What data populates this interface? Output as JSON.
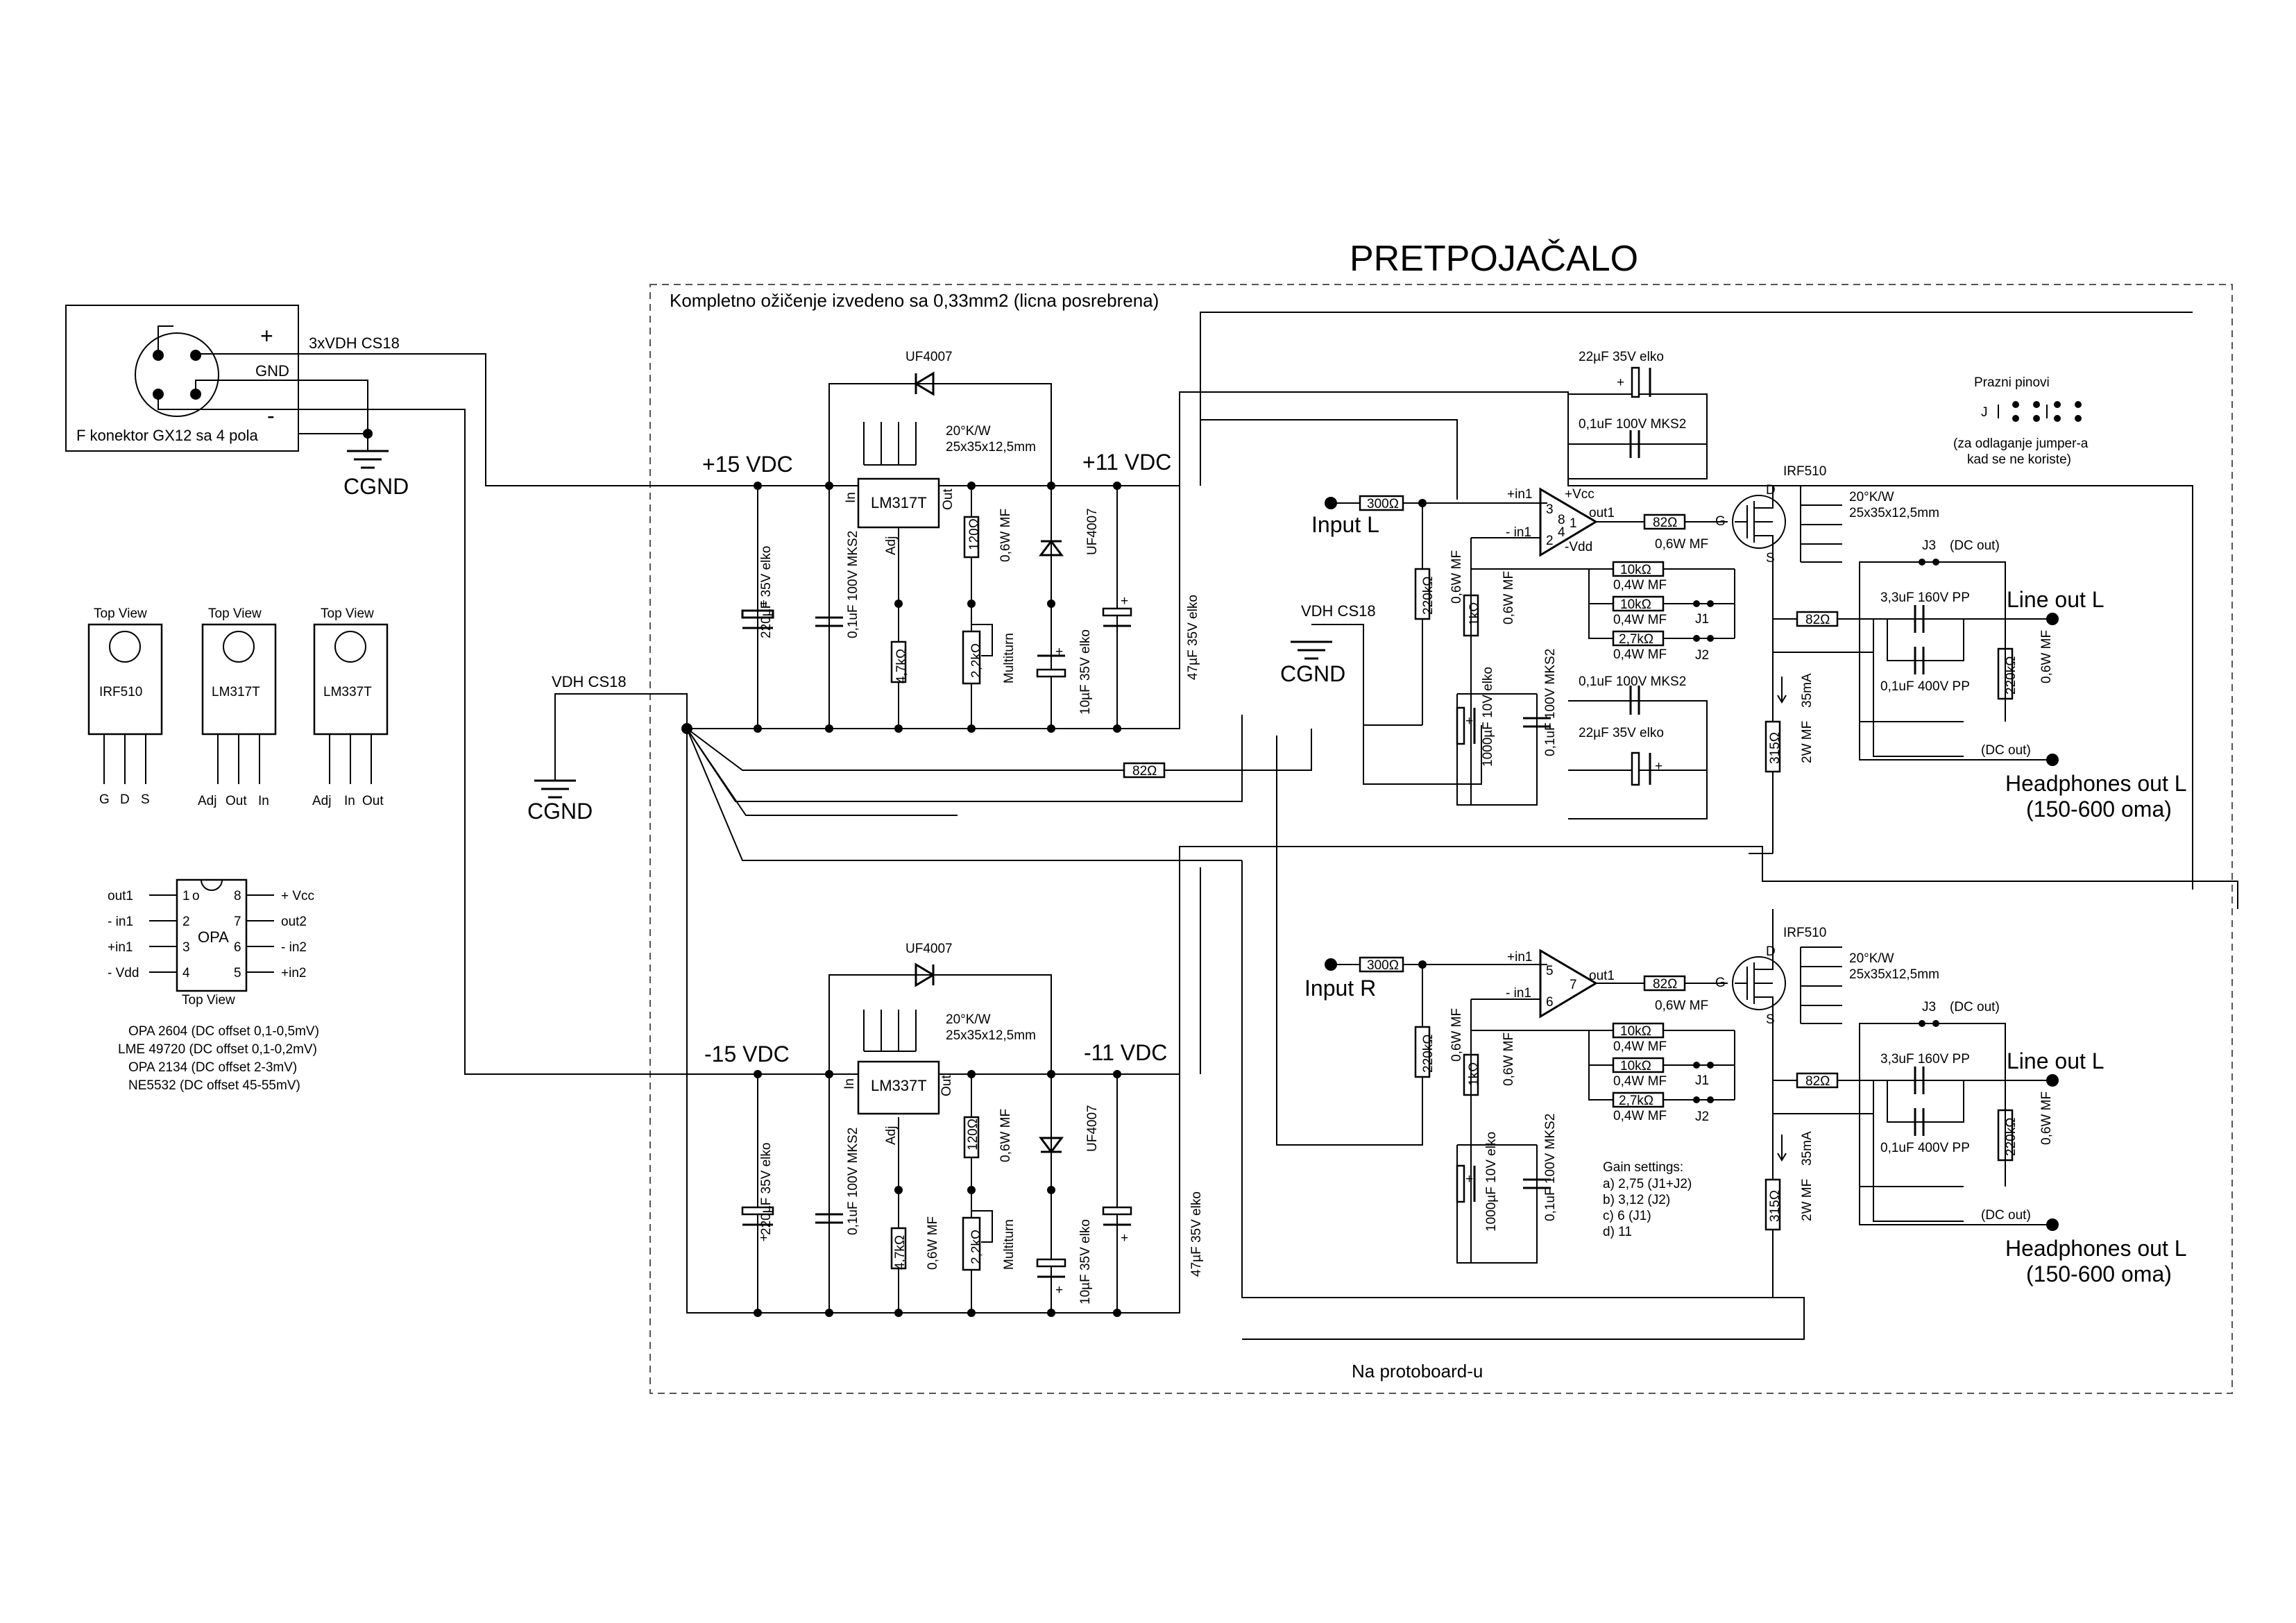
{
  "title": "PRETPOJAČALO",
  "board": {
    "wiring_note": "Kompletno ožičenje izvedeno sa 0,33mm2 (licna posrebrena)",
    "footer": "Na protoboard-u"
  },
  "connector": {
    "label": "F konektor GX12 sa 4 pola",
    "plus": "+",
    "minus": "-",
    "gnd": "GND",
    "cable": "3xVDH CS18",
    "cgnd": "CGND"
  },
  "psu": {
    "vdh": "VDH CS18",
    "cgnd": "CGND",
    "pos": {
      "in_label": "+15 VDC",
      "out_label": "+11 VDC",
      "reg": "LM317T",
      "reg_in": "In",
      "reg_out": "Out",
      "reg_adj": "Adj",
      "diode_top": "UF4007",
      "diode_side": "UF4007",
      "heatsink": [
        "20°K/W",
        "25x35x12,5mm"
      ],
      "c_in": "220µF 35V elko",
      "c_mks": "0,1uF 100V MKS2",
      "r_120": "120Ω",
      "r_120_spec": "0,6W MF",
      "r_47k": "4,7kΩ",
      "pot": "2,2kΩ",
      "pot_spec": "Multiturn",
      "c_adj": "10µF 35V elko",
      "c_out": "47µF 35V elko"
    },
    "neg": {
      "in_label": "-15 VDC",
      "out_label": "-11 VDC",
      "reg": "LM337T",
      "reg_in": "In",
      "reg_out": "Out",
      "reg_adj": "Adj",
      "diode_top": "UF4007",
      "diode_side": "UF4007",
      "heatsink": [
        "20°K/W",
        "25x35x12,5mm"
      ],
      "c_in": "220µF 35V elko",
      "c_mks": "0,1uF 100V MKS2",
      "r_120": "120Ω",
      "r_120_spec": "0,6W MF",
      "r_47k": "4,7kΩ",
      "r_47k_spec": "0,6W MF",
      "pot": "2,2kΩ",
      "pot_spec": "Multiturn",
      "c_adj": "10µF 35V elko",
      "c_out": "47µF 35V elko"
    }
  },
  "packages": [
    {
      "view": "Top View",
      "name": "IRF510",
      "pins": [
        "G",
        "D",
        "S"
      ]
    },
    {
      "view": "Top View",
      "name": "LM317T",
      "pins": [
        "Adj",
        "Out",
        "In"
      ]
    },
    {
      "view": "Top View",
      "name": "LM337T",
      "pins": [
        "Adj",
        "In",
        "Out"
      ]
    }
  ],
  "dip": {
    "name": "OPA",
    "view": "Top View",
    "left": [
      {
        "n": "1",
        "l": "out1"
      },
      {
        "n": "2",
        "l": "- in1"
      },
      {
        "n": "3",
        "l": "+in1"
      },
      {
        "n": "4",
        "l": "- Vdd"
      }
    ],
    "right": [
      {
        "n": "8",
        "l": "+ Vcc"
      },
      {
        "n": "7",
        "l": "out2"
      },
      {
        "n": "6",
        "l": "- in2"
      },
      {
        "n": "5",
        "l": "+in2"
      }
    ],
    "notes": [
      "OPA 2604 (DC offset 0,1-0,5mV)",
      "LME 49720 (DC offset 0,1-0,2mV)",
      "OPA 2134  (DC offset 2-3mV)",
      "NE5532  (DC offset 45-55mV)"
    ]
  },
  "ch_l": {
    "decoup_top": "22µF 35V elko",
    "decoup_top_mks": "0,1uF 100V MKS2",
    "decoup_bot_mks": "0,1uF 100V MKS2",
    "decoup_bot": "22µF 35V elko",
    "vdh": "VDH CS18",
    "cgnd": "CGND",
    "input": "Input L",
    "r_in": "300Ω",
    "r_bias": "220kΩ",
    "r_bias_spec": "0,6W MF",
    "r_gnd": "1kΩ",
    "r_gnd_spec": "0,6W MF",
    "c_big": "1000µF 10V elko",
    "c_mks": "0,1uF 100V MKS2",
    "pin_plus": "+in1",
    "pin_minus": "- in1",
    "pin_out": "out1",
    "vcc": "+Vcc",
    "vdd": "-Vdd",
    "pins": [
      "3",
      "2",
      "8",
      "4",
      "1"
    ],
    "r_gate": "82Ω",
    "r_gate_spec": "0,6W MF",
    "r_fb": [
      "10kΩ",
      "10kΩ",
      "2,7kΩ"
    ],
    "r_fb_spec": "0,4W MF",
    "j1": "J1",
    "j2": "J2",
    "mosfet": "IRF510",
    "g": "G",
    "d": "D",
    "s": "S",
    "heatsink": [
      "20°K/W",
      "25x35x12,5mm"
    ],
    "r_out": "82Ω",
    "c_pp": "3,3uF 160V PP",
    "c_pp2": "0,1uF 400V PP",
    "j3": "J3",
    "dc_out": "(DC out)",
    "dc_out2": "(DC out)",
    "r_load": "220kΩ",
    "r_load_spec": "0,6W MF",
    "r_src": "315Ω",
    "r_src_spec": "2W MF",
    "current": "35mA",
    "line_out": "Line out L",
    "hp_out": "Headphones out L",
    "hp_ohm": "(150-600 oma)",
    "r_mid": "82Ω"
  },
  "ch_r": {
    "input": "Input R",
    "r_in": "300Ω",
    "r_bias": "220kΩ",
    "r_bias_spec": "0,6W MF",
    "r_gnd": "1kΩ",
    "r_gnd_spec": "0,6W MF",
    "c_big": "1000µF 10V elko",
    "c_mks": "0,1uF 100V MKS2",
    "pin_plus": "+in1",
    "pin_minus": "- in1",
    "pin_out": "out1",
    "pins": [
      "5",
      "6",
      "7"
    ],
    "r_gate": "82Ω",
    "r_gate_spec": "0,6W MF",
    "r_fb": [
      "10kΩ",
      "10kΩ",
      "2,7kΩ"
    ],
    "r_fb_spec": "0,4W MF",
    "j1": "J1",
    "j2": "J2",
    "mosfet": "IRF510",
    "g": "G",
    "d": "D",
    "s": "S",
    "heatsink": [
      "20°K/W",
      "25x35x12,5mm"
    ],
    "r_out": "82Ω",
    "c_pp": "3,3uF 160V PP",
    "c_pp2": "0,1uF 400V PP",
    "j3": "J3",
    "dc_out": "(DC out)",
    "dc_out2": "(DC out)",
    "r_load": "220kΩ",
    "r_load_spec": "0,6W MF",
    "r_src": "315Ω",
    "r_src_spec": "2W MF",
    "current": "35mA",
    "line_out": "Line out L",
    "hp_out": "Headphones out L",
    "hp_ohm": "(150-600 oma)"
  },
  "gain": {
    "title": "Gain settings:",
    "items": [
      "a) 2,75  (J1+J2)",
      "b) 3,12  (J2)",
      "c) 6  (J1)",
      "d) 11"
    ]
  },
  "spare": {
    "title": "Prazni pinovi",
    "j": "J",
    "note": [
      "(za odlaganje jumper-a",
      "kad se ne koriste)"
    ]
  }
}
